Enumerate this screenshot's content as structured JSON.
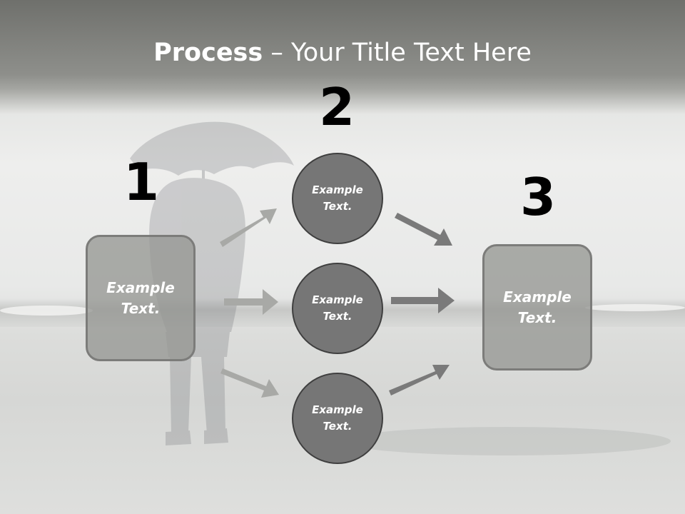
{
  "title": {
    "bold": "Process",
    "rest": " – Your Title Text Here"
  },
  "steps": [
    {
      "number": "1",
      "label": "Example\nText."
    },
    {
      "number": "2"
    },
    {
      "number": "3",
      "label": "Example\nText."
    }
  ],
  "circles": [
    {
      "label": "Example\nText."
    },
    {
      "label": "Example\nText."
    },
    {
      "label": "Example\nText."
    }
  ],
  "colors": {
    "box": "#969794",
    "circle": "#767676",
    "arrow_light": "#a8a9a6",
    "arrow_dark": "#7a7a7a"
  }
}
